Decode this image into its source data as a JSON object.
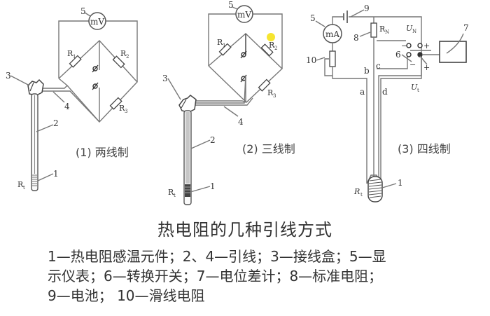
{
  "diagrams": [
    {
      "caption": "(1) 两线制",
      "labels": {
        "meter": "mV",
        "meter_num": "5",
        "r1": "R",
        "r1_sub": "1",
        "r2": "R",
        "r2_sub": "2",
        "r3": "R",
        "r3_sub": "3",
        "rt": "R",
        "rt_sub": "t",
        "n1": "1",
        "n2": "2",
        "n3": "3",
        "n4": "4"
      }
    },
    {
      "caption": "(2) 三线制",
      "labels": {
        "meter": "mV",
        "meter_num": "5",
        "r1": "R",
        "r1_sub": "1",
        "r2": "R",
        "r2_sub": "2",
        "r3": "R",
        "r3_sub": "3",
        "rt": "R",
        "rt_sub": "t",
        "n1": "1",
        "n2": "2",
        "n3": "3",
        "n4": "4"
      }
    },
    {
      "caption": "(3) 四线制",
      "labels": {
        "meter": "mA",
        "meter_num": "5",
        "rn": "R",
        "rn_sub": "N",
        "un": "U",
        "un_sub": "N",
        "ut": "U",
        "ut_sub": "t",
        "rt": "R",
        "rt_sub": "t",
        "n1": "1",
        "n6": "6",
        "n7": "7",
        "n8": "8",
        "n9": "9",
        "n10": "10",
        "a": "a",
        "b": "b",
        "c": "c",
        "d": "d",
        "plus": "+",
        "minus": "−"
      }
    }
  ],
  "title": "热电阻的几种引线方式",
  "legend_lines": [
    "1—热电阻感温元件；2、4—引线；3—接线盒；5—显",
    "示仪表；6—转换开关；7—电位差计；8—标准电阻；",
    "9—电池； 10—滑线电阻"
  ],
  "highlight_color": "#f5e21a"
}
